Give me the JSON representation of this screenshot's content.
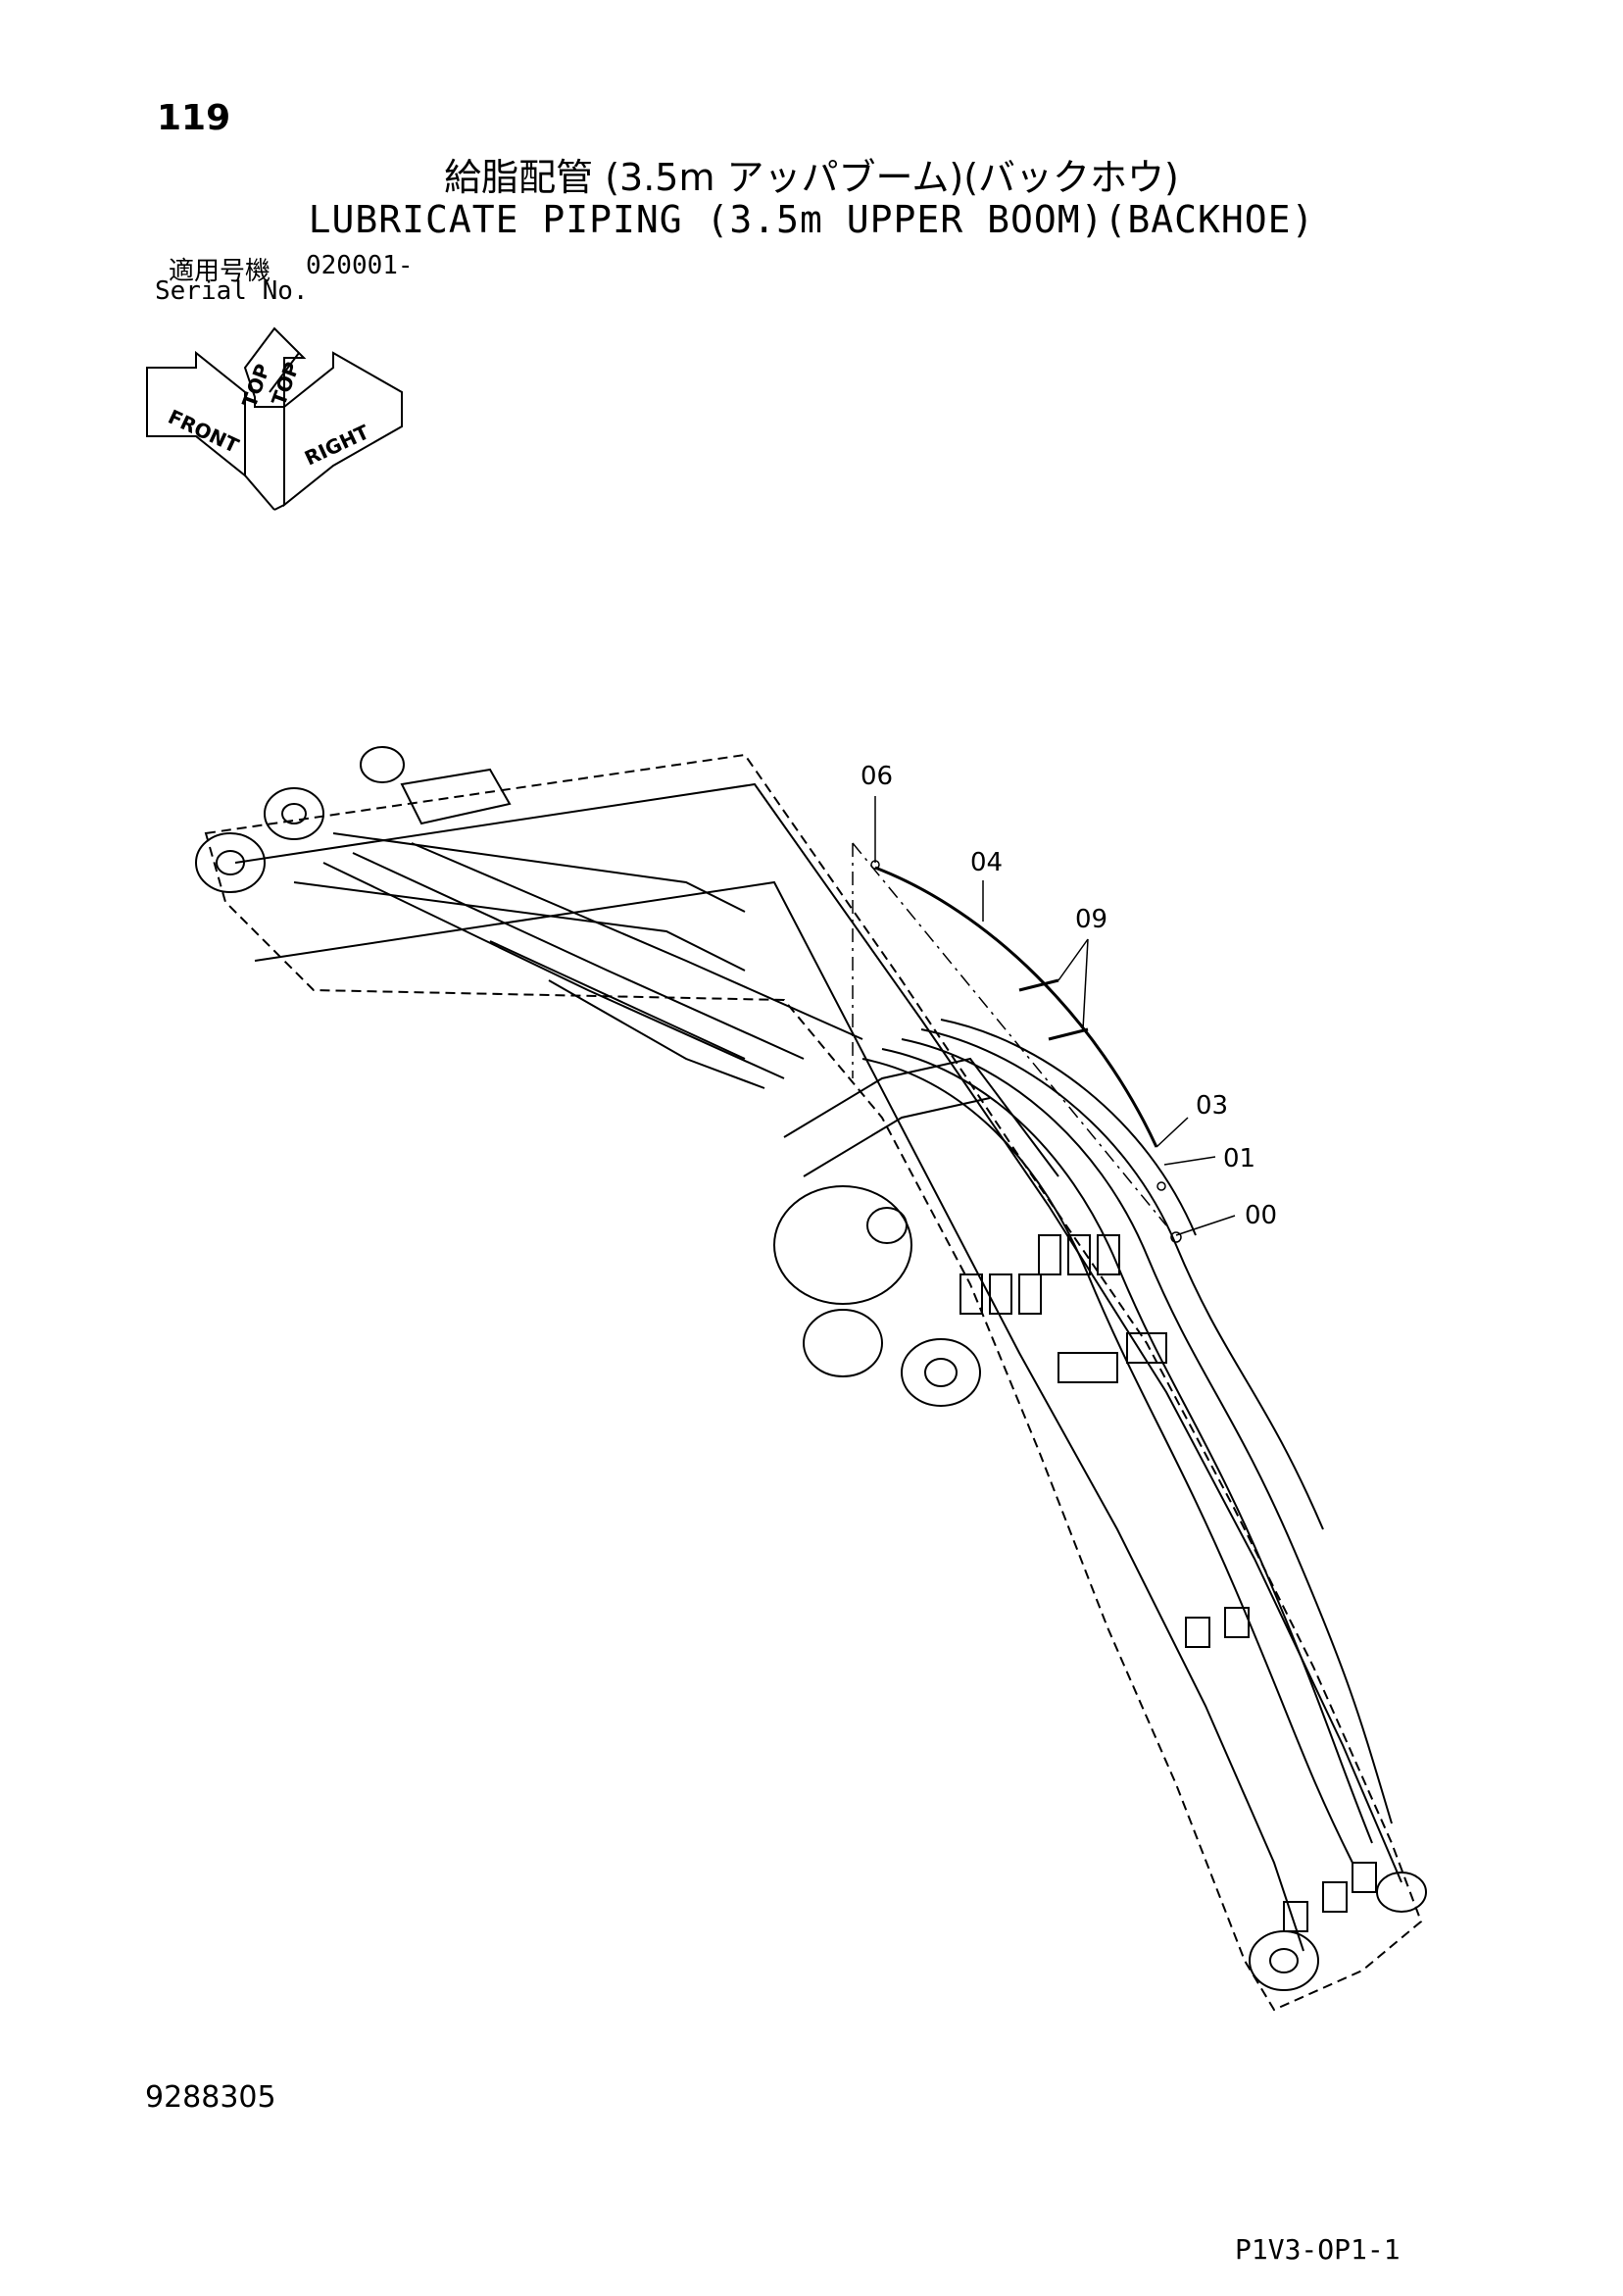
{
  "header": {
    "page_number": "119",
    "title_jp": "給脂配管 (3.5m アッパブーム)(バックホウ)",
    "title_en": "LUBRICATE PIPING (3.5m UPPER BOOM)(BACKHOE)"
  },
  "serial": {
    "label_jp": "適用号機",
    "number": "020001-",
    "label_en": "Serial No."
  },
  "orientation": {
    "top": "TOP",
    "front": "FRONT",
    "right": "RIGHT"
  },
  "callouts": {
    "c06": "06",
    "c04": "04",
    "c09": "09",
    "c03": "03",
    "c01": "01",
    "c00": "00"
  },
  "footer": {
    "drawing_number": "9288305",
    "page_code": "P1V3-OP1-1"
  }
}
